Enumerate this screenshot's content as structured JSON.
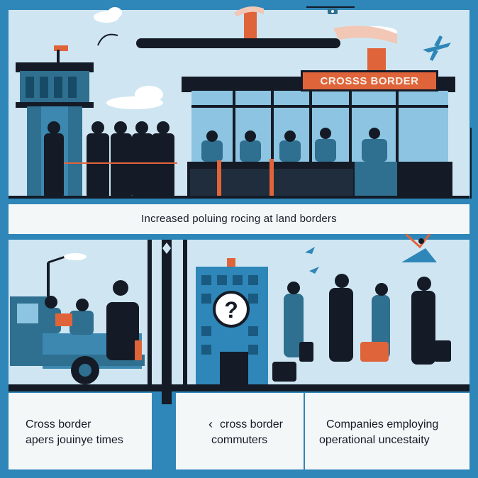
{
  "top_scene": {
    "sign_label": "CROSSS BORDER"
  },
  "banner": {
    "text": "Increased poluing rocing at land borders"
  },
  "bottom_panels": [
    {
      "id": "left",
      "line1": "Cross  border",
      "line2": "apers jouinye times"
    },
    {
      "id": "middle",
      "prefix": "‹",
      "line1": "cross border",
      "line2": "commuters"
    },
    {
      "id": "right",
      "line1": "Companies employing",
      "line2": "operational uncestaity"
    }
  ],
  "icons": [
    "cloud-icon",
    "drone-icon",
    "airplane-icon",
    "bird-icon",
    "question-mark-icon",
    "chart-arrows-icon",
    "lamp-post-icon"
  ],
  "colors": {
    "sky": "#cfe6f2",
    "frame": "#2f86b8",
    "navy": "#141b26",
    "accent_orange": "#e0643a",
    "teal": "#2f6f8f",
    "banner_bg": "#f4f7f8"
  }
}
